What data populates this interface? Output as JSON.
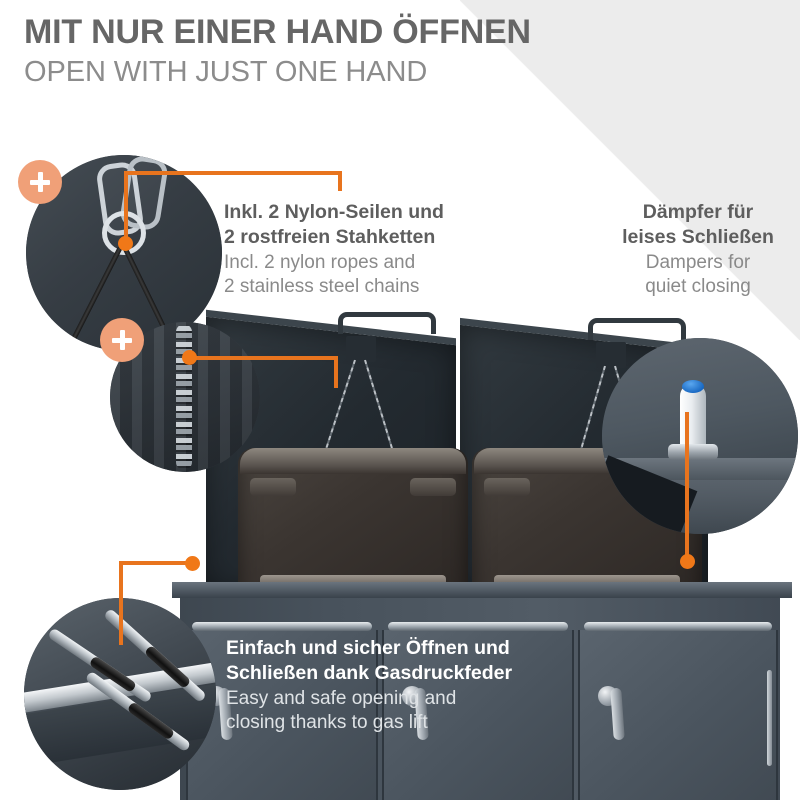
{
  "heading": {
    "german": "MIT NUR EINER HAND ÖFFNEN",
    "english": "OPEN WITH JUST ONE HAND"
  },
  "colors": {
    "accent_orange": "#e8741e",
    "badge_peach": "#f0a078",
    "heading_gray": "#666666",
    "subheading_gray": "#8c8c8c",
    "body_gray": "#5e5e5e",
    "body_gray_light": "#8a8a8a",
    "cabinet_gray": "#4e5861",
    "background": "#ffffff",
    "wedge_gray": "#ececec"
  },
  "callouts": [
    {
      "id": "ropes-chains",
      "german": "Inkl. 2 Nylon-Seilen und\n2 rostfreien Stahketten",
      "english": "Incl. 2 nylon ropes and\n2 stainless steel chains",
      "badge": "+",
      "detail_circles": [
        "nylon-rope-carabiner",
        "stainless-steel-chain"
      ]
    },
    {
      "id": "dampers",
      "german": "Dämpfer für\nleises Schließen",
      "english": "Dampers for\nquiet closing",
      "detail_circles": [
        "damper-cylinder"
      ]
    },
    {
      "id": "gas-lift",
      "german": "Einfach und sicher Öffnen und\nSchließen dank Gasdruckfeder",
      "english": "Easy and safe opening and\nclosing thanks to gas lift",
      "detail_circles": [
        "gas-strut-pair"
      ]
    }
  ],
  "product": {
    "name": "double-bin-storage-box",
    "lids": 2,
    "bins": 2,
    "doors": 3
  }
}
